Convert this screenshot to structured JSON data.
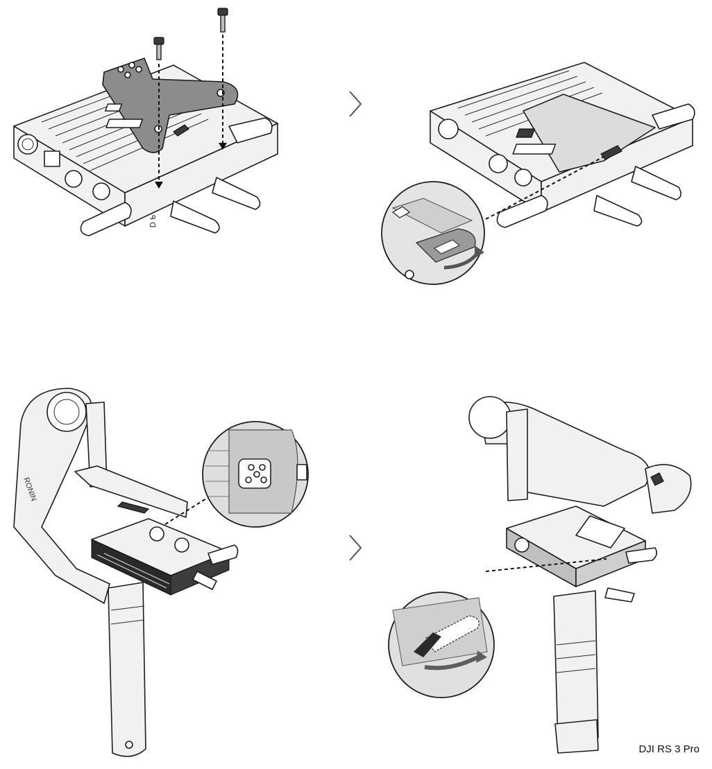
{
  "caption": "DJI RS 3 Pro",
  "colors": {
    "line": "#1c1c1c",
    "plate_fill": "#8c8c8c",
    "body_fill": "#f1f1f1",
    "arrow_fill": "#6e6e6e"
  },
  "steps": [
    {
      "id": 1,
      "icon": "screw-mount-plate-icon"
    },
    {
      "id": 2,
      "icon": "lock-lever-icon"
    },
    {
      "id": 3,
      "icon": "gimbal-slide-in-icon"
    },
    {
      "id": 4,
      "icon": "gimbal-lock-lever-icon"
    }
  ]
}
